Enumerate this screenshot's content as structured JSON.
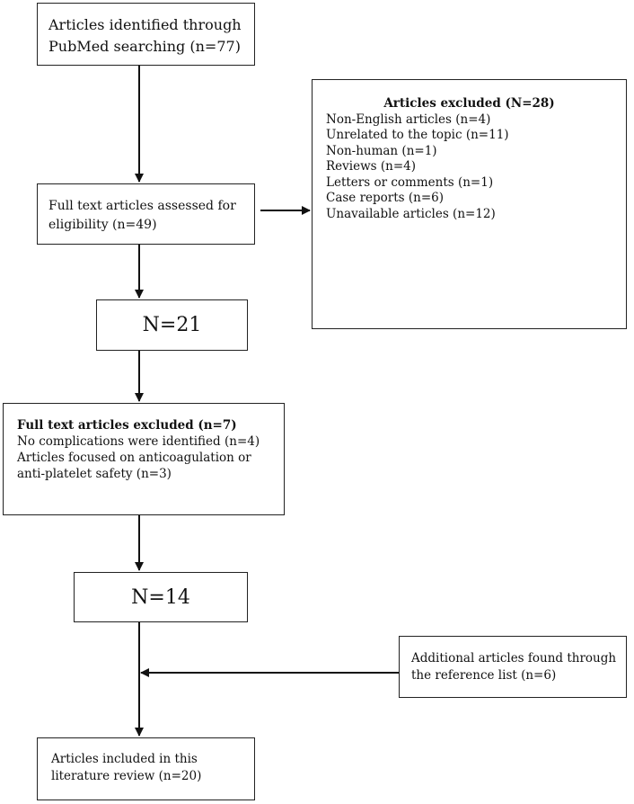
{
  "boxes": {
    "identified": {
      "lines": [
        "Articles identified through",
        "PubMed searching (n=77)"
      ]
    },
    "assessed": {
      "lines": [
        "Full text articles assessed for",
        "eligibility (n=49)"
      ]
    },
    "excluded_first": {
      "title": "Articles excluded (N=28)",
      "items": [
        "Non-English articles (n=4)",
        "Unrelated to the topic (n=11)",
        "Non-human  (n=1)",
        "Reviews (n=4)",
        "Letters or comments (n=1)",
        "Case reports (n=6)",
        "Unavailable articles (n=12)"
      ]
    },
    "n21": {
      "label": "N=21"
    },
    "excluded_second": {
      "title": "Full text articles excluded (n=7)",
      "items": [
        "No complications were identified (n=4)",
        "Articles focused on anticoagulation or",
        "anti‐platelet safety (n=3)"
      ]
    },
    "n14": {
      "label": "N=14"
    },
    "additional": {
      "lines": [
        "Additional articles found through",
        "the reference list (n=6)"
      ]
    },
    "included": {
      "lines": [
        "Articles included in this",
        "literature review (n=20)"
      ]
    }
  }
}
